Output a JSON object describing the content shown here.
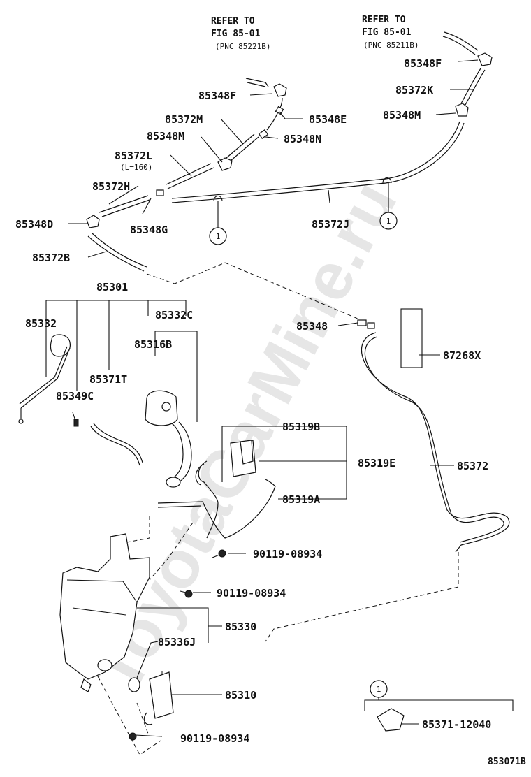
{
  "watermark": "ToyotaCarMine.ru",
  "refs": [
    {
      "line1": "REFER TO",
      "line2": "FIG 85-01",
      "line3": "(PNC 85221B)"
    },
    {
      "line1": "REFER TO",
      "line2": "FIG 85-01",
      "line3": "(PNC 85211B)"
    }
  ],
  "labels": {
    "p85348F_a": "85348F",
    "p85348F_b": "85348F",
    "p85372K": "85372K",
    "p85348M_a": "85348M",
    "p85348E": "85348E",
    "p85372M": "85372M",
    "p85348N": "85348N",
    "p85348M_b": "85348M",
    "p85372L": "85372L",
    "p85372L_note": "(L=160)",
    "p85372H": "85372H",
    "p85348D": "85348D",
    "p85348G": "85348G",
    "p85372J": "85372J",
    "p85372B": "85372B",
    "p85301": "85301",
    "p85332": "85332",
    "p85332C": "85332C",
    "p85316B": "85316B",
    "p85371T": "85371T",
    "p85349C": "85349C",
    "p85348": "85348",
    "p87268X": "87268X",
    "p85319B": "85319B",
    "p85319E": "85319E",
    "p85319A": "85319A",
    "p85372": "85372",
    "p90119_a": "90119-08934",
    "p90119_b": "90119-08934",
    "p85330": "85330",
    "p85336J": "85336J",
    "p85310": "85310",
    "p90119_c": "90119-08934",
    "p85371_12040": "85371-12040"
  },
  "callouts": {
    "c1": "1",
    "c2": "1",
    "c3": "1"
  },
  "figure_code": "853071B"
}
